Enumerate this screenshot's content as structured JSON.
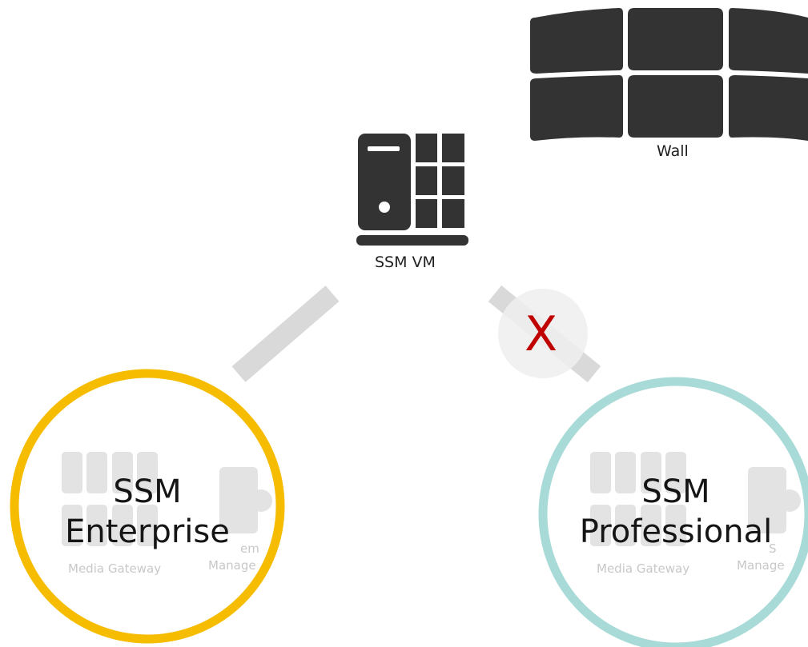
{
  "diagram": {
    "wall_label": "Wall",
    "vm_label": "SSM VM",
    "enterprise": {
      "line1": "SSM",
      "line2": "Enterprise",
      "bg_gateway_label": "Media Gateway",
      "bg_manager_label_a": "em",
      "bg_manager_label_b": "Manage",
      "ring_color": "#f5bc00"
    },
    "professional": {
      "line1": "SSM",
      "line2": "Professional",
      "bg_gateway_label": "Media Gateway",
      "bg_manager_label_a": "S",
      "bg_manager_label_b": "Manage",
      "ring_color": "#a8dad7"
    },
    "blocked_mark": "X",
    "blocked_color": "#c00000",
    "connector_color": "#d9d9d9",
    "icon_color": "#333333"
  }
}
